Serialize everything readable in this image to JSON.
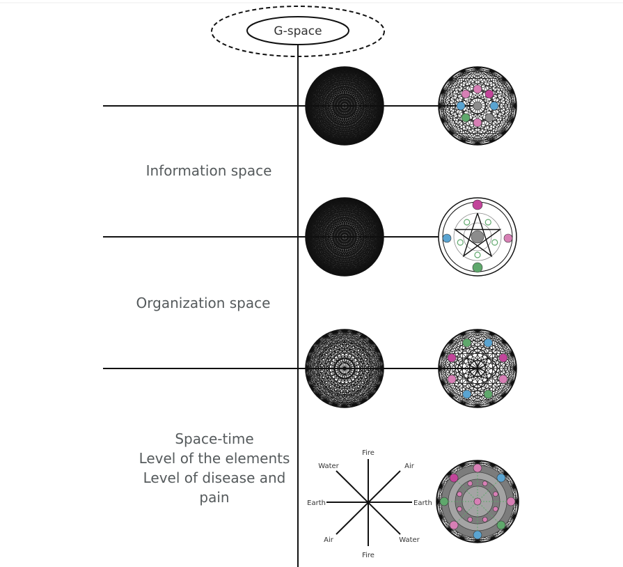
{
  "title": "G-space",
  "levels": [
    {
      "label": "Information space"
    },
    {
      "label": "Organization space"
    },
    {
      "label": "Space-time",
      "sub": [
        "Level of the elements",
        "Level of disease and",
        "pain"
      ]
    }
  ],
  "compass": {
    "top": "Fire",
    "bottom": "Fire",
    "left": "Earth",
    "right": "Earth",
    "upper_left": "Water",
    "lower_right": "Water",
    "upper_right": "Air",
    "lower_left": "Air"
  },
  "colors": {
    "line": "#111111",
    "text": "#555a5c",
    "node_pink": "#d77fb5",
    "node_blue": "#5aa4d1",
    "node_green": "#5fa86c",
    "node_magenta": "#c2459a",
    "node_gray": "#8c8c8c",
    "disk_fill": "#7c7c7c"
  }
}
